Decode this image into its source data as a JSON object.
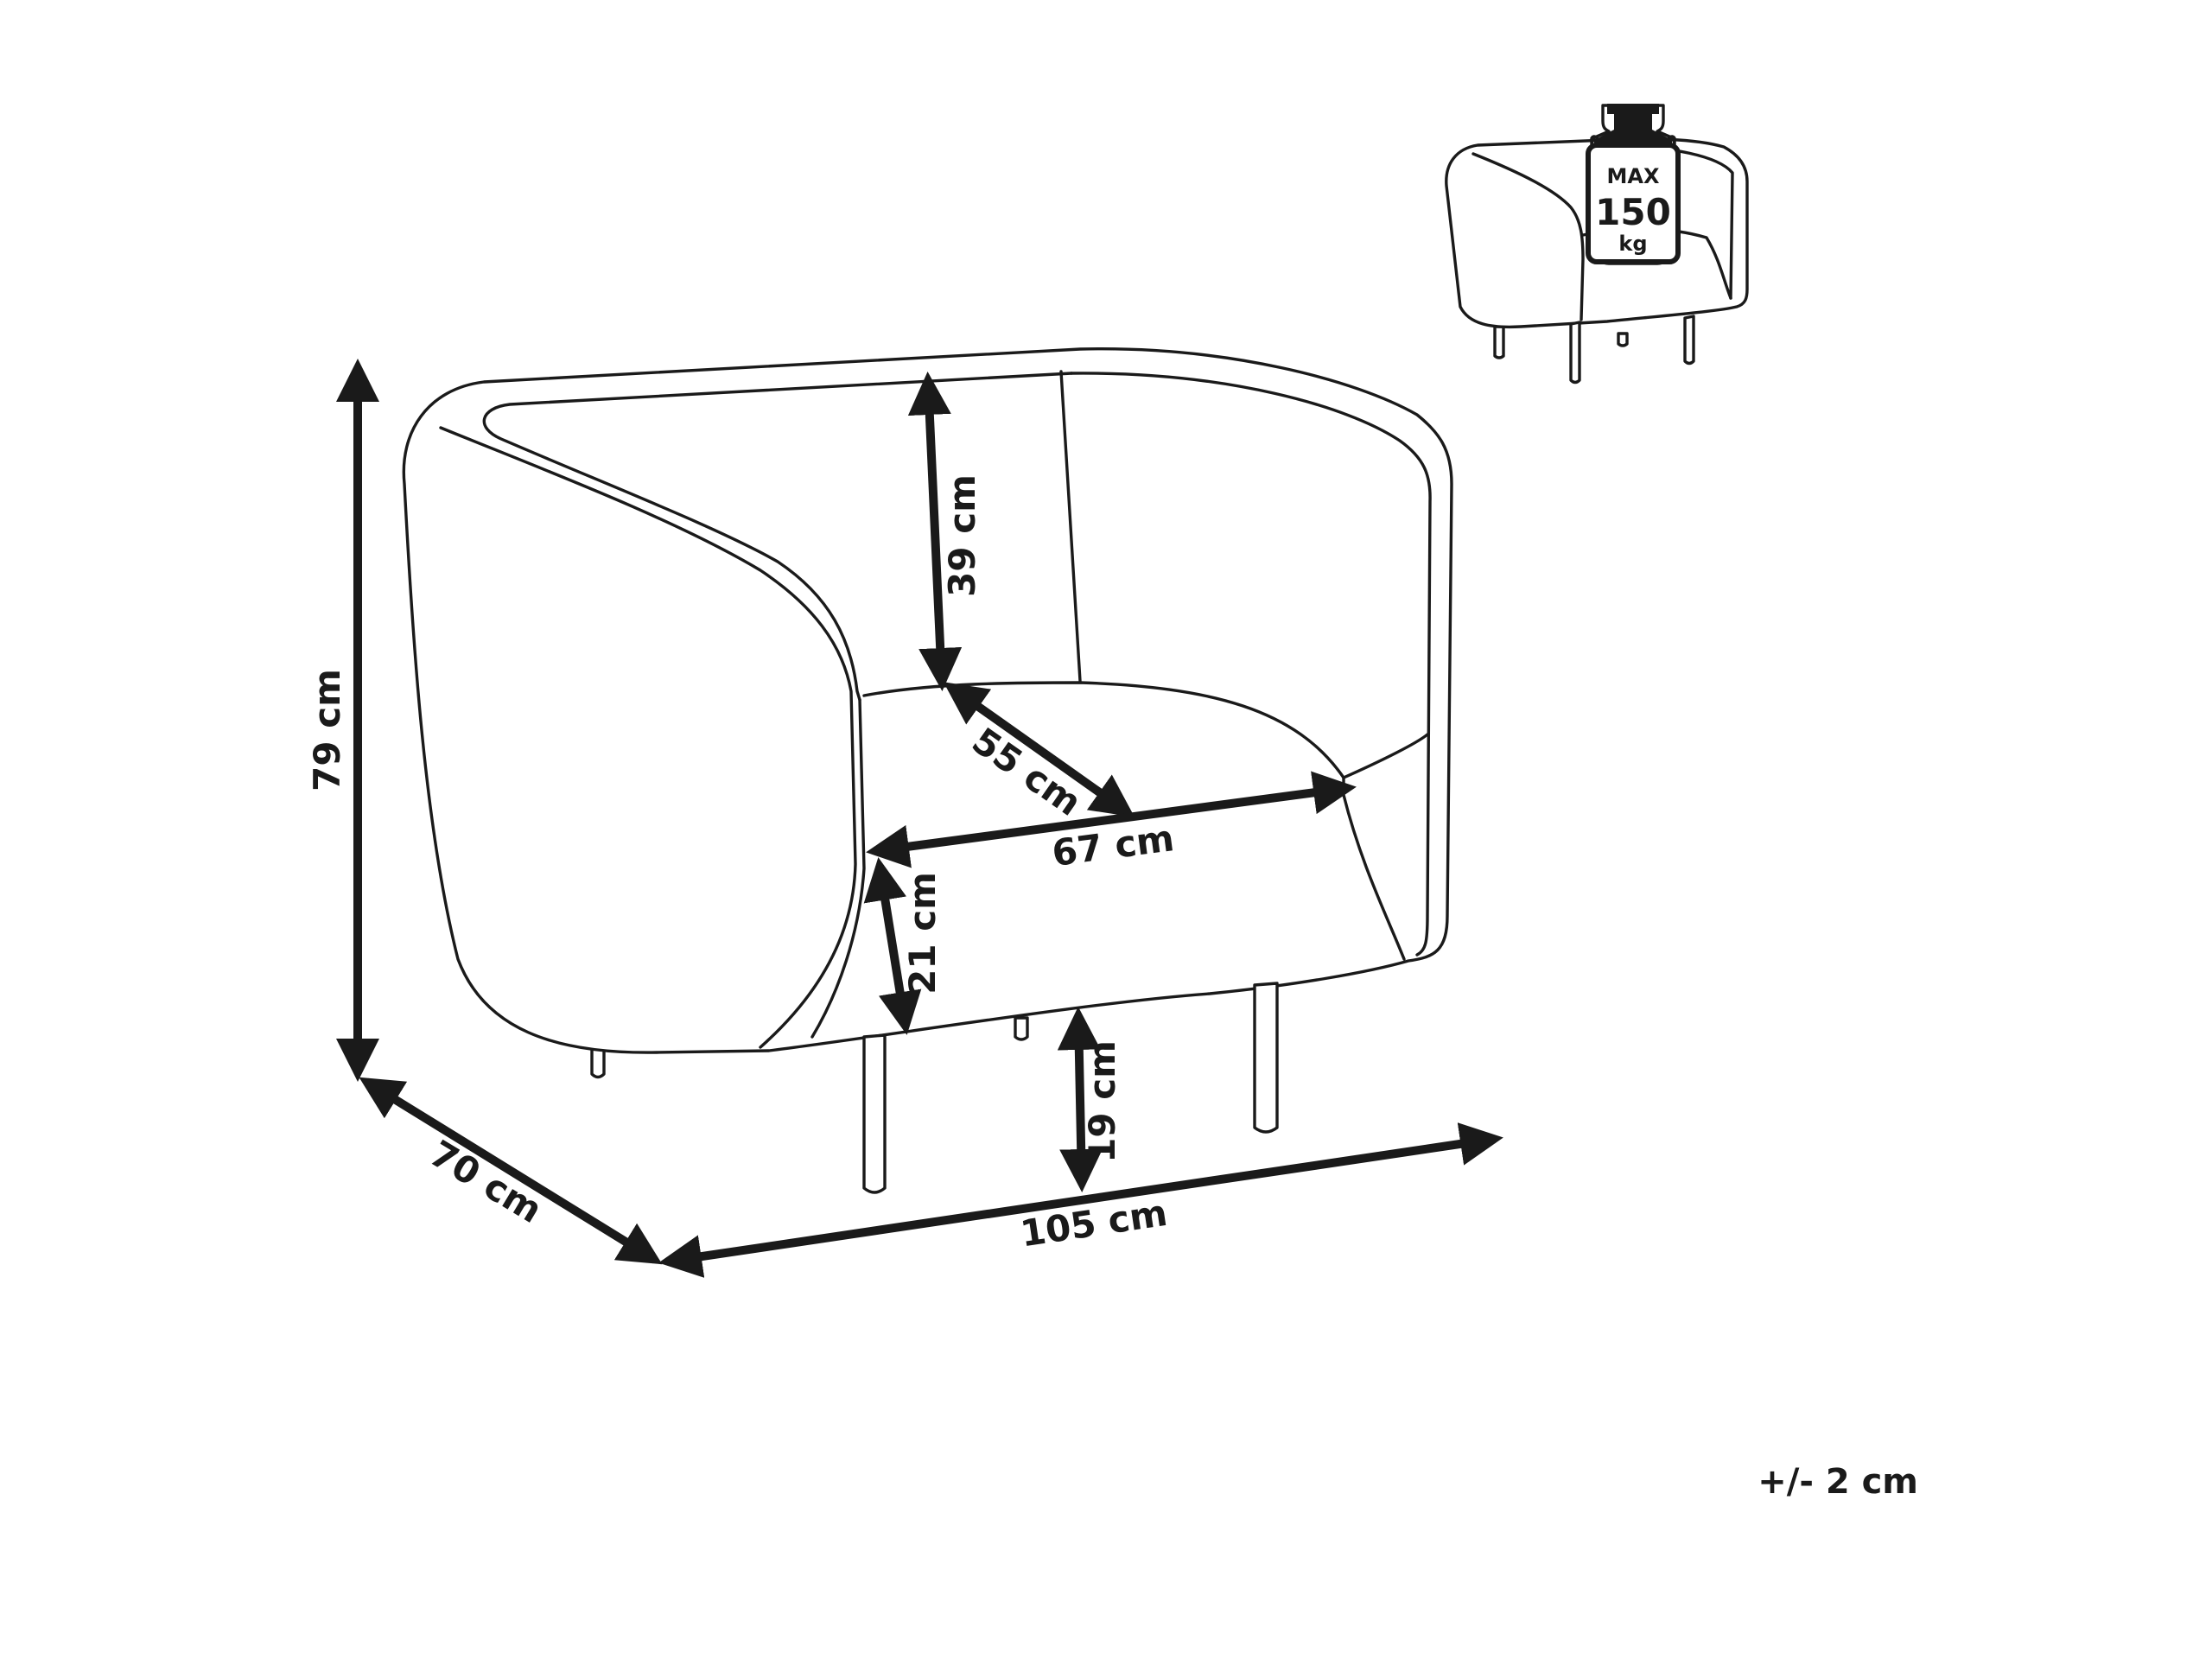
{
  "dimensions": {
    "height_total": "79 cm",
    "depth_total": "70 cm",
    "width_total": "105 cm",
    "backrest_height": "39 cm",
    "seat_depth": "55 cm",
    "seat_width": "67 cm",
    "seat_front_height": "21 cm",
    "leg_height": "19 cm"
  },
  "tolerance": "+/- 2 cm",
  "max_load": {
    "line1": "MAX",
    "line2": "150",
    "line3": "kg"
  }
}
